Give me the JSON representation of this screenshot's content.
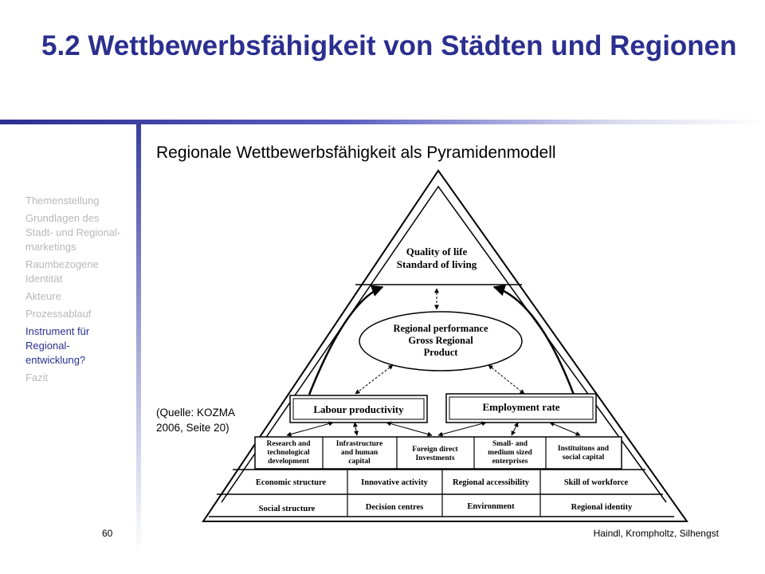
{
  "slide": {
    "title": "5.2 Wettbewerbsfähigkeit von Städten und Regionen",
    "subtitle": "Regionale Wettbewerbsfähigkeit als Pyramidenmodell",
    "source_line1": "(Quelle: KOZMA",
    "source_line2": "2006, Seite 20)",
    "page_number": "60",
    "authors": "Haindl, Krompholtz, Silhengst"
  },
  "nav": {
    "items": [
      {
        "label": "Themenstellung"
      },
      {
        "label": "Grundlagen des Stadt- und Regional-marketings"
      },
      {
        "label": "Raumbezogene Identität"
      },
      {
        "label": "Akteure"
      },
      {
        "label": "Prozessablauf"
      },
      {
        "label": "Instrument für Regional-entwicklung?",
        "active": true
      },
      {
        "label": "Fazit"
      }
    ]
  },
  "pyramid": {
    "top_line1": "Quality of life",
    "top_line2": "Standard of living",
    "perf_line1": "Regional performance",
    "perf_line2": "Gross Regional",
    "perf_line3": "Product",
    "labour": "Labour productivity",
    "employment": "Employment rate",
    "f1_line1": "Research and",
    "f1_line2": "technological",
    "f1_line3": "development",
    "f2_line1": "Infrastructure",
    "f2_line2": "and human",
    "f2_line3": "capital",
    "f3_line1": "Foreign direct",
    "f3_line2": "Investments",
    "f4_line1": "Small- and",
    "f4_line2": "medium sized",
    "f4_line3": "enterprises",
    "f5_line1": "Instituitons and",
    "f5_line2": "social capital",
    "r1a": "Economic structure",
    "r1b": "Innovative activity",
    "r1c": "Regional accessibility",
    "r1d": "Skill of workforce",
    "r2a": "Social structure",
    "r2b": "Decision centres",
    "r2c": "Environment",
    "r2d": "Regional identity"
  }
}
